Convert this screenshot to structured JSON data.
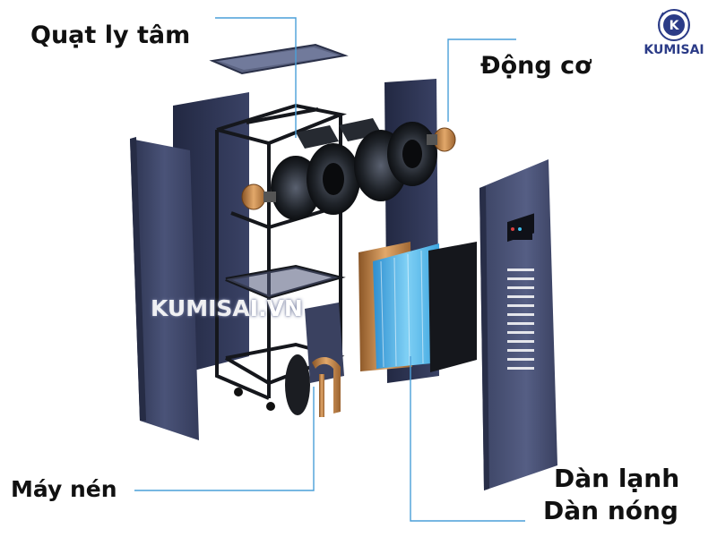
{
  "labels": {
    "fan": "Quạt ly tâm",
    "motor": "Động cơ",
    "compressor": "Máy nén",
    "evaporator": "Dàn lạnh",
    "condenser": "Dàn nóng"
  },
  "watermark": "KUMISAI.VN",
  "brand": {
    "name": "KUMISAI",
    "mark": "K"
  },
  "colors": {
    "callout_line": "#4a9fd8",
    "panel": "#3d4566",
    "coil": "#4fb3e8",
    "copper": "#c98a4a",
    "brand": "#2b3b87"
  }
}
